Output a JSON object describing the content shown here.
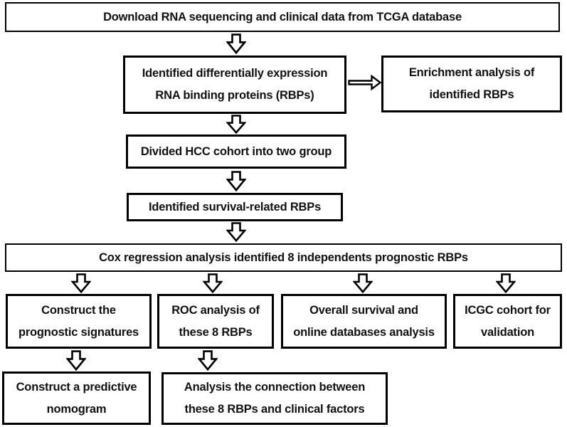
{
  "colors": {
    "background": "#ffffff",
    "box_border": "#000000",
    "text": "#111111",
    "arrow_fill": "#ffffff",
    "arrow_stroke": "#000000"
  },
  "nodes": {
    "download": {
      "line1": "Download RNA sequencing and clinical data from TCGA database"
    },
    "diff_rbps": {
      "line1": "Identified differentially expression",
      "line2": "RNA binding proteins (RBPs)"
    },
    "enrichment": {
      "line1": "Enrichment analysis of",
      "line2": "identified RBPs"
    },
    "divided": {
      "line1": "Divided HCC cohort into two group"
    },
    "survival": {
      "line1": "Identified survival-related RBPs"
    },
    "cox": {
      "line1": "Cox regression analysis identified 8 independents prognostic RBPs"
    },
    "signatures": {
      "line1": "Construct the",
      "line2": "prognostic signatures"
    },
    "roc": {
      "line1": "ROC analysis of",
      "line2": "these 8 RBPs"
    },
    "overall": {
      "line1": "Overall survival and",
      "line2": "online databases analysis"
    },
    "icgc": {
      "line1": "ICGC cohort for",
      "line2": "validation"
    },
    "nomogram": {
      "line1": "Construct a predictive",
      "line2": "nomogram"
    },
    "connection": {
      "line1": "Analysis the connection between",
      "line2": "these 8 RBPs and clinical factors"
    }
  },
  "edges": [
    {
      "from": "download",
      "to": "diff_rbps",
      "direction": "down"
    },
    {
      "from": "diff_rbps",
      "to": "enrichment",
      "direction": "right"
    },
    {
      "from": "diff_rbps",
      "to": "divided",
      "direction": "down"
    },
    {
      "from": "divided",
      "to": "survival",
      "direction": "down"
    },
    {
      "from": "survival",
      "to": "cox",
      "direction": "down"
    },
    {
      "from": "cox",
      "to": "signatures",
      "direction": "down"
    },
    {
      "from": "cox",
      "to": "roc",
      "direction": "down"
    },
    {
      "from": "cox",
      "to": "overall",
      "direction": "down"
    },
    {
      "from": "cox",
      "to": "icgc",
      "direction": "down"
    },
    {
      "from": "signatures",
      "to": "nomogram",
      "direction": "down"
    },
    {
      "from": "roc",
      "to": "connection",
      "direction": "down"
    }
  ]
}
